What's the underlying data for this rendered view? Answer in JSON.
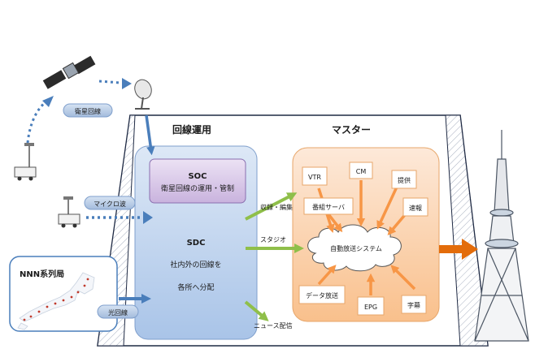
{
  "sections": {
    "line_ops": "回線運用",
    "master": "マスター"
  },
  "links": {
    "satellite": "衛星回線",
    "microwave": "マイクロ波",
    "fiber": "光回線"
  },
  "nnn": {
    "title": "NNN系列局"
  },
  "soc": {
    "title": "SOC",
    "desc": "衛星回線の運用・管制"
  },
  "sdc": {
    "title": "SDC",
    "line1": "社内外の回線を",
    "line2": "各所へ分配"
  },
  "flows": {
    "recording": "収録・編集",
    "studio": "スタジオ",
    "news": "ニュース配信"
  },
  "master": {
    "center": "自動放送システム",
    "inputs": {
      "vtr": "VTR",
      "cm": "CM",
      "teikyo": "提供",
      "bangumi": "番組サーバ",
      "sokuho": "速報",
      "data": "データ放送",
      "epg": "EPG",
      "jimaku": "字幕"
    }
  },
  "colors": {
    "arrow_blue": "#4a7ebb",
    "arrow_green": "#8fbf4a",
    "arrow_orange": "#f79646",
    "output_orange": "#e36c0a",
    "sdc_fill": "#c6d9f1",
    "soc_fill": "#d7c5e6",
    "master_fill": "#fcd5b4",
    "label_pill": "#b8cce4"
  },
  "icons": [
    "satellite-icon",
    "dish-antenna-icon",
    "relay-van-icon",
    "japan-map-icon",
    "broadcast-tower-icon"
  ]
}
